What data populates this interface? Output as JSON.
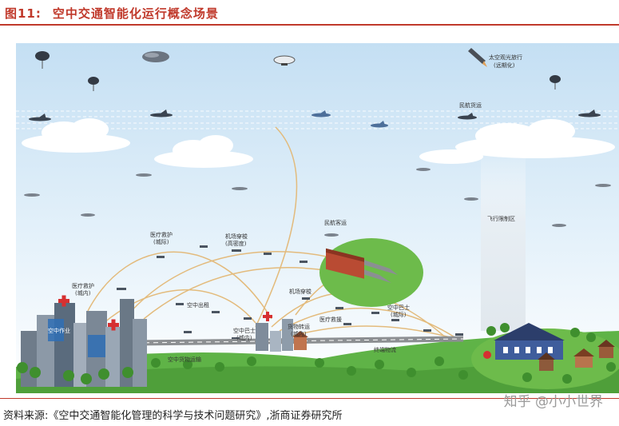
{
  "figure": {
    "number": "图11:",
    "title": "空中交通智能化运行概念场景"
  },
  "labels": {
    "space_tourism_line1": "太空观光旅行",
    "space_tourism_line2": "(远期化)",
    "civil_cargo": "民航货运",
    "no_fly_zone": "飞行限制区",
    "civil_passenger": "民航客运",
    "medical_intercity_line1": "医疗救护",
    "medical_intercity_line2": "(城际)",
    "airport_shuttle_hd_line1": "机场穿梭",
    "airport_shuttle_hd_line2": "(高密度)",
    "medical_intracity_line1": "医疗救护",
    "medical_intracity_line2": "(城内)",
    "airport_shuttle": "机场穿梭",
    "air_bus_intercity_line1": "空中巴士",
    "air_bus_intercity_line2": "(城际)",
    "air_taxi": "空中出租",
    "medical_rescue": "医疗救援",
    "cargo_transfer_line1": "货物转运",
    "cargo_transfer_line2": "(城内)",
    "air_bus_intracity_line1": "空中巴士",
    "air_bus_intracity_line2": "(城内)",
    "terminal_logistics": "终端物流",
    "air_cargo": "空中货物运输",
    "aerial_work": "空中作业"
  },
  "source": "资料来源:《空中交通智能化管理的科学与技术问题研究》,浙商证券研究所",
  "watermark": "知乎 @小小世界",
  "colors": {
    "accent": "#c0392b",
    "sky_top": "#c9e3f5",
    "sky_bottom": "#ffffff",
    "grass": "#5fb347",
    "route": "#e3b876"
  }
}
